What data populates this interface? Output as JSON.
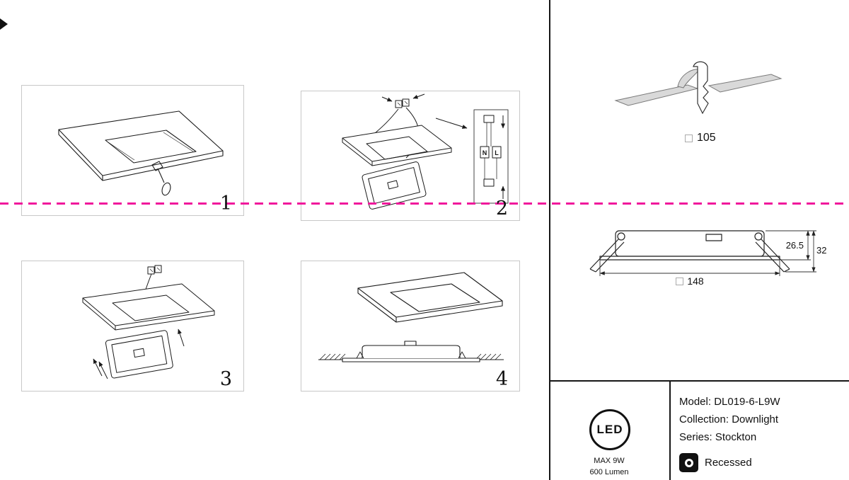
{
  "colors": {
    "fold_line": "#f0189c",
    "ink": "#1b1b1b",
    "panel_border": "#c8c8c8",
    "slab_gray": "#d9d9d9"
  },
  "steps": [
    {
      "number": "1"
    },
    {
      "number": "2",
      "terminals": {
        "neutral": "N",
        "live": "L"
      }
    },
    {
      "number": "3"
    },
    {
      "number": "4"
    }
  ],
  "cutout": {
    "size": "105"
  },
  "dimensions": {
    "recess_depth": "26.5",
    "overall_height": "32",
    "width": "148"
  },
  "spec": {
    "led_badge": "LED",
    "max_power": "MAX 9W",
    "luminous_flux": "600 Lumen",
    "model": "Model: DL019-6-L9W",
    "collection": "Collection: Downlight",
    "series": "Series: Stockton",
    "mounting": "Recessed"
  }
}
